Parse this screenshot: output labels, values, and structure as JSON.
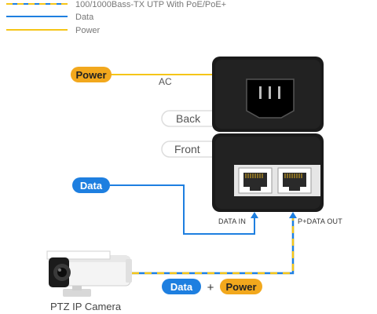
{
  "legend": {
    "items": [
      {
        "label": "100/1000Bass-TX UTP With PoE/PoE+",
        "style": "combined"
      },
      {
        "label": "Data",
        "style": "data"
      },
      {
        "label": "Power",
        "style": "power"
      }
    ]
  },
  "labels": {
    "power": "Power",
    "ac": "AC",
    "back": "Back",
    "front": "Front",
    "data": "Data",
    "data_in": "DATA IN",
    "data_out": "P+DATA OUT",
    "camera": "PTZ IP Camera",
    "bottom_data": "Data",
    "plus": "+",
    "bottom_power": "Power"
  },
  "colors": {
    "data_blue": "#1e7fe0",
    "power_yellow": "#f5c518",
    "power_pill": "#f2a81d",
    "device_black": "#1a1a1a"
  },
  "icons": {
    "camera": "bullet-camera-icon",
    "ac_socket": "ac-socket-icon",
    "rj45": "rj45-port-icon"
  }
}
